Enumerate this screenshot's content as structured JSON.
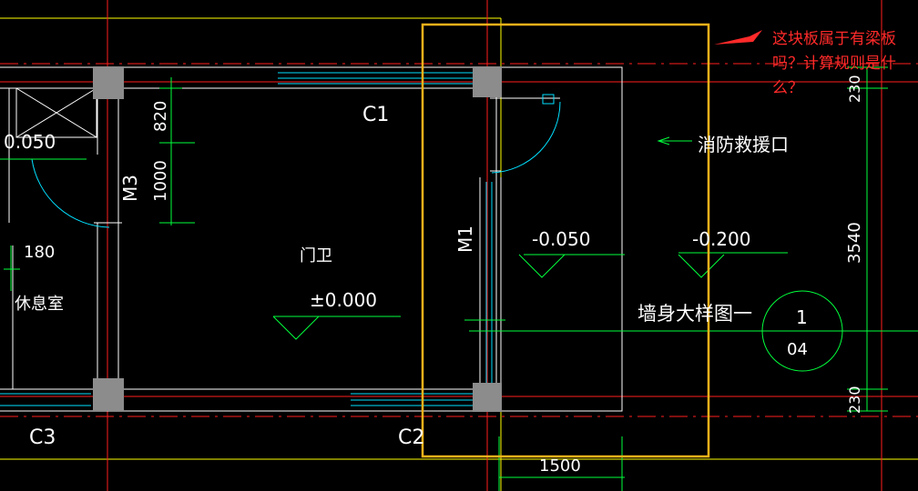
{
  "colors": {
    "background": "#000000",
    "wall": "#ffffff",
    "window": "#00e0ff",
    "dimension": "#00ff3c",
    "axis": "#ff1e1e",
    "border": "#ffff00",
    "column": "#8c8c8c",
    "highlight": "#f6b21a",
    "annotation": "#ff2a2a"
  },
  "labels": {
    "window_c1": "C1",
    "window_c2": "C2",
    "window_c3": "C3",
    "door_m1": "M1",
    "door_m3": "M3",
    "room_guard": "门卫",
    "room_rest": "休息室",
    "elev_guard": "±0.000",
    "elev_left": "0.050",
    "elev_slab_a": "-0.050",
    "elev_slab_b": "-0.200",
    "fire_rescue": "消防救援口",
    "wall_detail": "墙身大样图一",
    "dim_180": "180",
    "dim_820": "820",
    "dim_1000": "1000",
    "dim_1500": "1500",
    "dim_3540": "3540",
    "dim_230_top": "230",
    "dim_230_bottom": "230",
    "callout_num": "1",
    "callout_sheet": "04"
  },
  "annotation": {
    "question": "这块板属于有梁板吗？计算规则是什么？"
  }
}
